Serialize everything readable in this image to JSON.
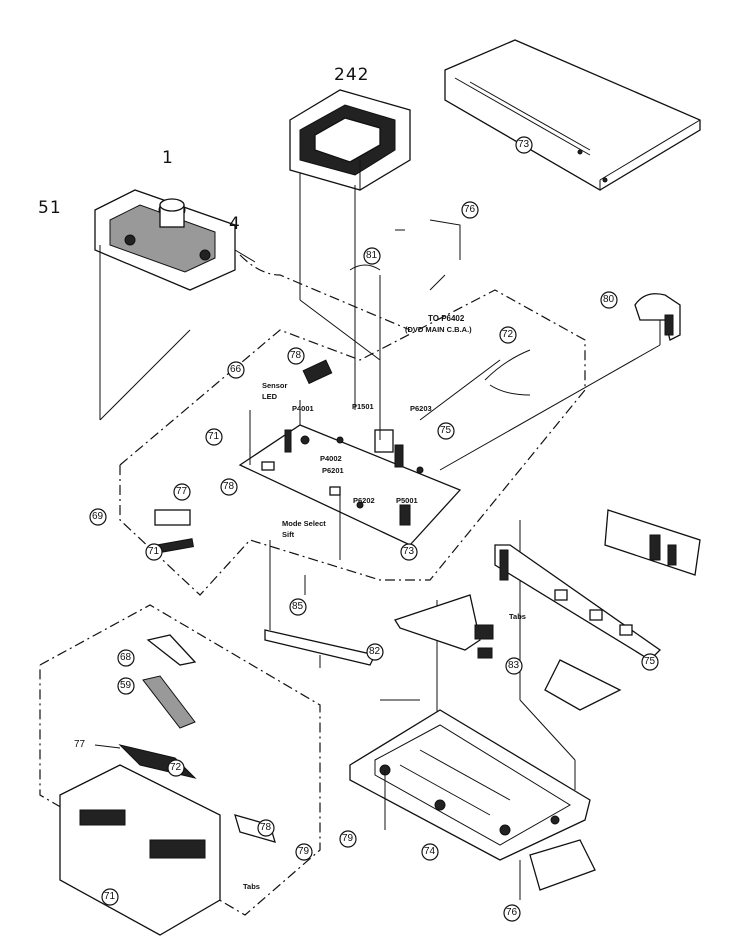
{
  "callouts": {
    "c1": "1",
    "c51": "51",
    "c4": "4",
    "c242": "242",
    "c73a": "73",
    "c80": "80",
    "c76": "76",
    "c81": "81",
    "c66": "66",
    "c78": "78",
    "c71a": "71",
    "c69": "69",
    "c72": "72",
    "c77a": "77",
    "c75a": "75",
    "c71b": "71",
    "c73b": "73",
    "c75b": "75",
    "c83": "83",
    "c82": "82",
    "c85": "85",
    "c79a": "79",
    "c68": "68",
    "c59": "59",
    "c77b": "77",
    "c72b": "72",
    "c78b": "78",
    "c79b": "79",
    "c71c": "71",
    "c74": "74",
    "c76b": "76",
    "c78c": "78"
  },
  "notes": {
    "to_p6402_line1": "TO P6402",
    "to_p6402_line2": "(DVD MAIN C.B.A.)",
    "sensor_led_line1": "Sensor",
    "sensor_led_line2": "LED",
    "p4001": "P4001",
    "p1501": "P1501",
    "p6203": "P6203",
    "p4002": "P4002",
    "p6201": "P6201",
    "p6202": "P6202",
    "p5001": "P5001",
    "mode_select_line1": "Mode Select",
    "mode_select_line2": "Sift",
    "tabs_upper": "Tabs",
    "tabs_lower": "Tabs"
  }
}
